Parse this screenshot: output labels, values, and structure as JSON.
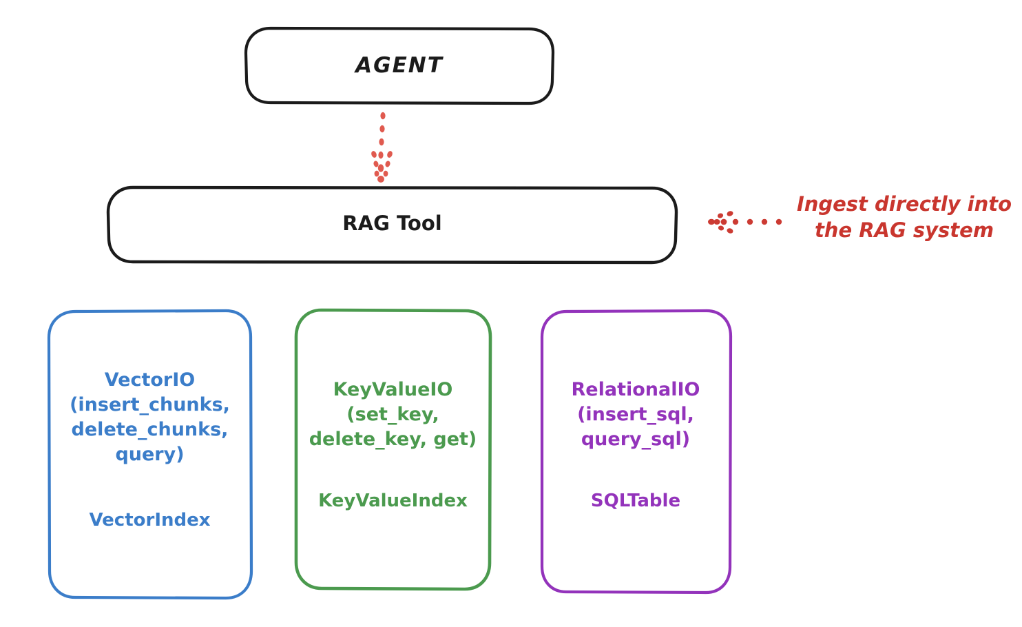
{
  "diagram": {
    "title": "RAG Tool architecture",
    "background": "#ffffff",
    "nodes": {
      "agent": {
        "label": "AGENT",
        "stroke": "#1b1b1b",
        "shape": "rounded-rectangle"
      },
      "rag_tool": {
        "label": "RAG Tool",
        "stroke": "#1b1b1b",
        "shape": "rounded-rectangle"
      },
      "vector_store": {
        "api_label": "VectorIO\n(insert_chunks,\ndelete_chunks,\nquery)",
        "index_label": "VectorIndex",
        "color": "#3b7dc9",
        "shape": "rounded-rectangle"
      },
      "keyvalue_store": {
        "api_label": "KeyValueIO\n(set_key,\ndelete_key, get)",
        "index_label": "KeyValueIndex",
        "color": "#4b9a4e",
        "shape": "rounded-rectangle"
      },
      "relational_store": {
        "api_label": "RelationalIO\n(insert_sql,\nquery_sql)",
        "index_label": "SQLTable",
        "color": "#9333bb",
        "shape": "rounded-rectangle"
      }
    },
    "edges": {
      "agent_to_rag": {
        "style": "dotted-arrow",
        "direction": "down",
        "color": "#e05a4f",
        "label": ""
      },
      "ingest_arrow": {
        "style": "dotted-arrow",
        "direction": "left",
        "color": "#cc3b33"
      }
    },
    "annotations": {
      "ingest": {
        "text": "Ingest directly into\nthe RAG system",
        "color": "#c9362e"
      }
    }
  }
}
